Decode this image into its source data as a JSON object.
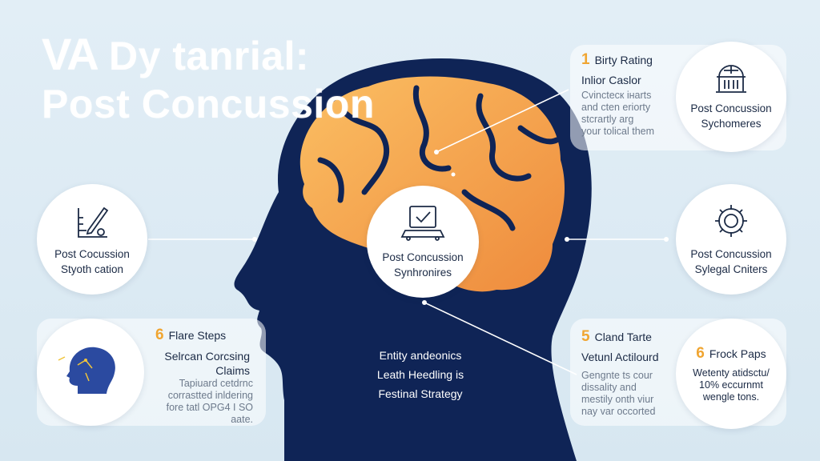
{
  "title": {
    "line1_prefix": "VA",
    "line1_rest": "Dy tanrial:",
    "line2": "Post Concussion"
  },
  "center_node": {
    "line1": "Post Concussion",
    "line2": "Synhronires",
    "icon": "laptop-check-icon"
  },
  "nodes": {
    "top_right": {
      "line1": "Post Concussion",
      "line2": "Sychomeres",
      "icon": "building-icon"
    },
    "mid_left": {
      "line1": "Post Cocussion",
      "line2": "Styoth cation",
      "icon": "ruler-pencil-icon"
    },
    "mid_right": {
      "line1": "Post Concussion",
      "line2": "Sylegal Cniters",
      "icon": "gear-icon"
    },
    "bottom_left": {
      "icon": "head-profile-icon"
    }
  },
  "cards": {
    "top": {
      "number": "1",
      "title": "Birty Rating",
      "subtitle": "Inlior Caslor",
      "lines": [
        "Cvinctecк iнarts",
        "and cten eriorty",
        "stcrartly arg",
        "your tolical them"
      ]
    },
    "bottom_left": {
      "number": "6",
      "title": "Flare Steps",
      "subtitle_1": "Selrcan Corcsing",
      "subtitle_2": "Claims",
      "lines": [
        "Tapiuard cetdrnc",
        "corrastted inldering",
        "fore tatl OPG4 I SO",
        "aate."
      ]
    },
    "bottom_mid": {
      "number": "5",
      "title": "Cland Tarte",
      "subtitle": "Vetunl Actilourd",
      "lines": [
        "Gengnte ts cour",
        "dissality and",
        "mestily onth viur",
        "nay var occorted"
      ]
    },
    "bottom_right": {
      "number": "6",
      "title": "Frock Paps",
      "lines": [
        "Wetenty atidsctu/",
        "10% eccurnmt",
        "wengle tons."
      ]
    }
  },
  "center_text": [
    "Entity andeonics",
    "Leath Heedling is",
    "Festinal Strategy"
  ],
  "colors": {
    "head": "#0f2456",
    "brain_light": "#f9b35a",
    "brain_dark": "#f08f3e",
    "accent": "#f0a531",
    "bg": "#dceaf3"
  }
}
